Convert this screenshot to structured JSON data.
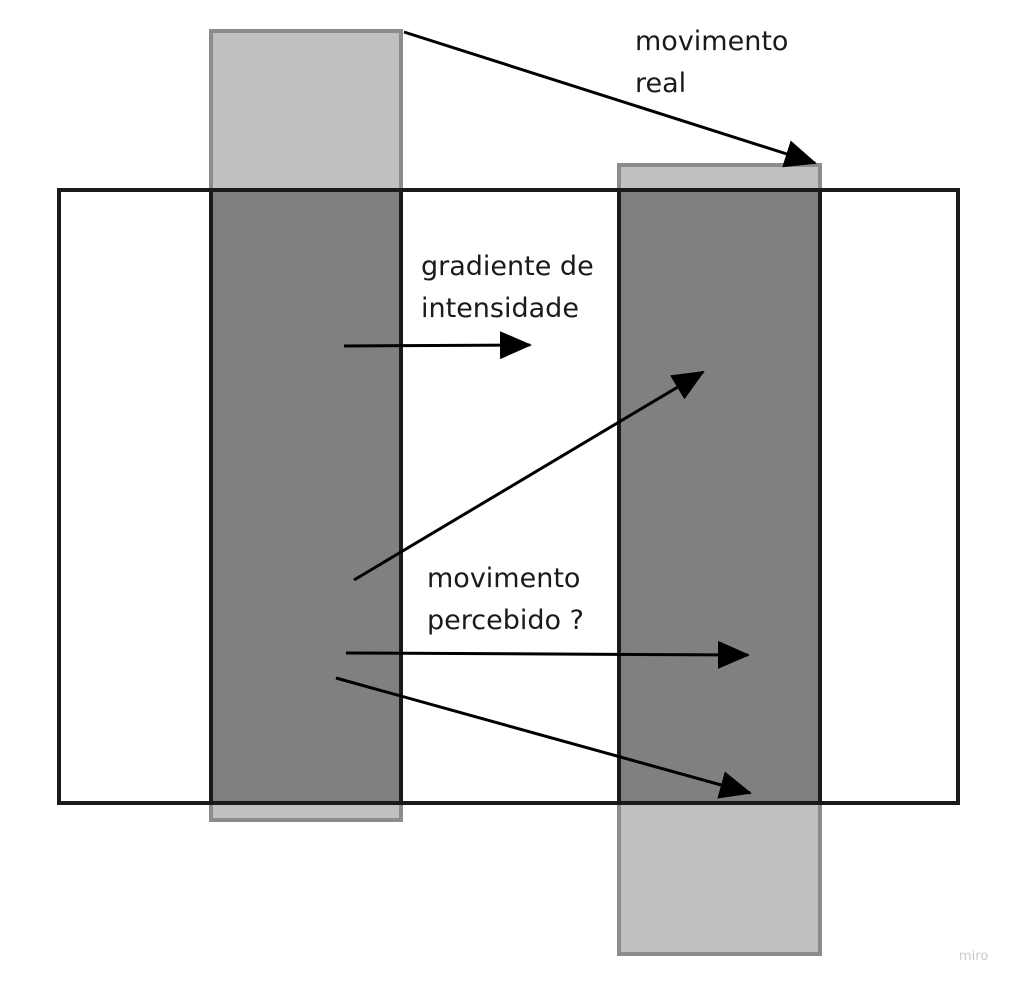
{
  "labels": {
    "real_motion": [
      "movimento",
      "real"
    ],
    "gradient": [
      "gradiente de",
      "intensidade"
    ],
    "perceived": [
      "movimento",
      "percebido ?"
    ]
  },
  "watermark": "miro",
  "colors": {
    "outline": "#1a1a1a",
    "bar_light_fill": "#c0c0c0",
    "bar_light_stroke": "#8c8c8c",
    "bar_dark_fill": "#808080",
    "arrow": "#000000",
    "background": "#ffffff"
  }
}
